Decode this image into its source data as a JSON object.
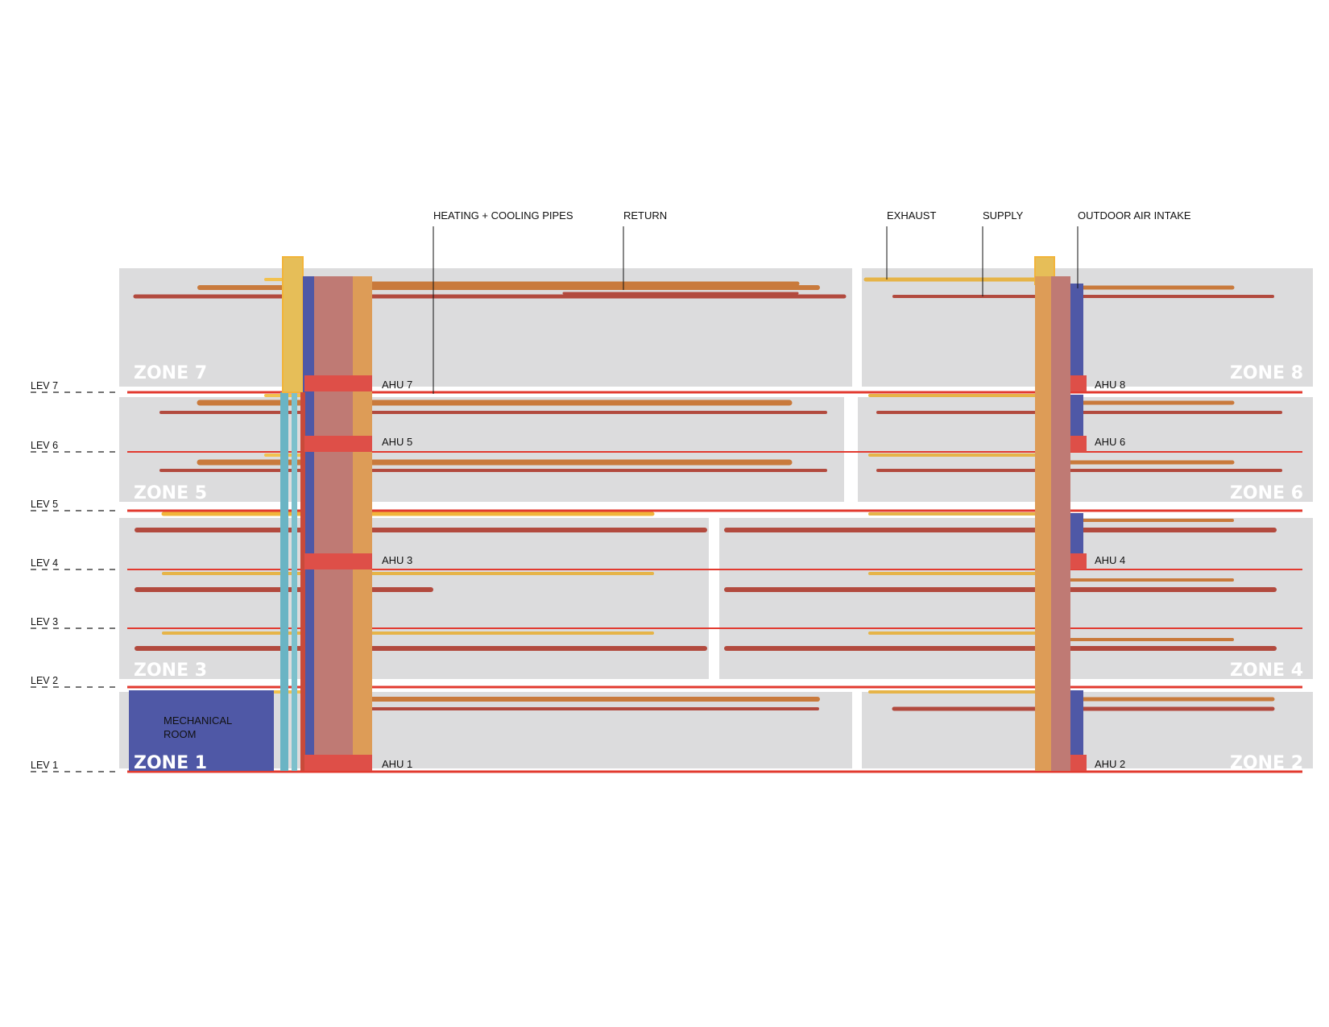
{
  "callouts": {
    "heating_cooling": "HEATING + COOLING PIPES",
    "return": "RETURN",
    "exhaust": "EXHAUST",
    "supply": "SUPPLY",
    "outdoor_air": "OUTDOOR AIR INTAKE"
  },
  "levels": [
    "LEV 7",
    "LEV 6",
    "LEV 5",
    "LEV 4",
    "LEV 3",
    "LEV 2",
    "LEV 1"
  ],
  "zones": {
    "z1": "ZONE 1",
    "z2": "ZONE 2",
    "z3": "ZONE 3",
    "z4": "ZONE 4",
    "z5": "ZONE 5",
    "z6": "ZONE 6",
    "z7": "ZONE 7",
    "z8": "ZONE 8"
  },
  "ahu": {
    "a1": "AHU 1",
    "a2": "AHU 2",
    "a3": "AHU 3",
    "a4": "AHU 4",
    "a5": "AHU 5",
    "a6": "AHU 6",
    "a7": "AHU 7",
    "a8": "AHU 8"
  },
  "mechanical_room": {
    "line1": "MECHANICAL",
    "line2": "ROOM"
  },
  "colors": {
    "zone_fill": "#dcdcdd",
    "return": "#b24a3e",
    "supply_duct": "#c97a3c",
    "exhaust": "#f2c14e",
    "outdoor_air": "#4f58a6",
    "level_line": "#e23a2f",
    "heating_cooling": "#6ab4c4"
  }
}
